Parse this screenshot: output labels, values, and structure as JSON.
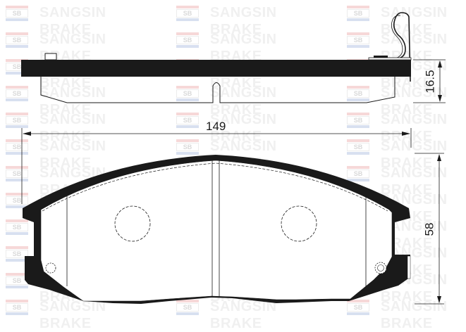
{
  "watermark": {
    "logo_text": "SB",
    "brand_text": "SANGSIN BRAKE",
    "colors": {
      "text": "#f0f0f0",
      "logo_red": "#f6d8d8",
      "logo_blue": "#d8e0f0"
    },
    "rows_y": [
      6,
      44,
      82,
      120,
      158,
      196,
      234,
      272,
      310,
      348,
      386,
      424
    ],
    "columns_x": [
      8,
      250,
      492
    ]
  },
  "drawing": {
    "subject": "brake pad",
    "line_color": "#1a1a1a",
    "backing_plate_color": "#1a1a1a"
  },
  "dimensions": {
    "width": {
      "value": "149",
      "label": "149"
    },
    "thickness": {
      "value": "16.5",
      "label": "16.5"
    },
    "height": {
      "value": "58",
      "label": "58"
    }
  }
}
